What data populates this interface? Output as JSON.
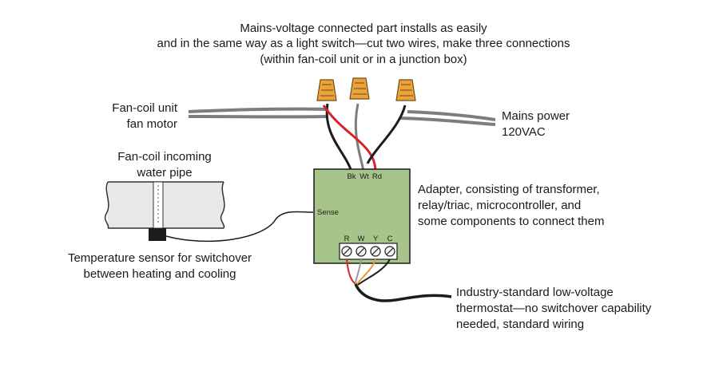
{
  "header": {
    "line1": "Mains-voltage connected part installs as easily",
    "line2": "and in the same way as a light switch—cut two wires, make three connections",
    "line3": "(within fan-coil unit or in a junction box)"
  },
  "left": {
    "fan_line1": "Fan-coil unit",
    "fan_line2": "fan motor",
    "pipe_line1": "Fan-coil incoming",
    "pipe_line2": "water pipe",
    "sensor_line1": "Temperature sensor for switchover",
    "sensor_line2": "between heating and cooling"
  },
  "right": {
    "mains_line1": "Mains power",
    "mains_line2": "120VAC",
    "adapter_line1": "Adapter, consisting of transformer,",
    "adapter_line2": "relay/triac, microcontroller, and",
    "adapter_line3": "some components to connect them",
    "thermo_line1": "Industry-standard low-voltage",
    "thermo_line2": "thermostat—no switchover capability",
    "thermo_line3": "needed, standard wiring"
  },
  "adapter_box": {
    "top_terminals": [
      "Bk",
      "Wt",
      "Rd"
    ],
    "sense_label": "Sense",
    "bottom_terminals": [
      "R",
      "W",
      "Y",
      "C"
    ]
  },
  "colors": {
    "box_fill": "#a7c48a",
    "wire_nut": "#e8a33a",
    "red_wire": "#d9232a",
    "gray_wire": "#7d7d7d",
    "orange_wire": "#e69a3a"
  }
}
